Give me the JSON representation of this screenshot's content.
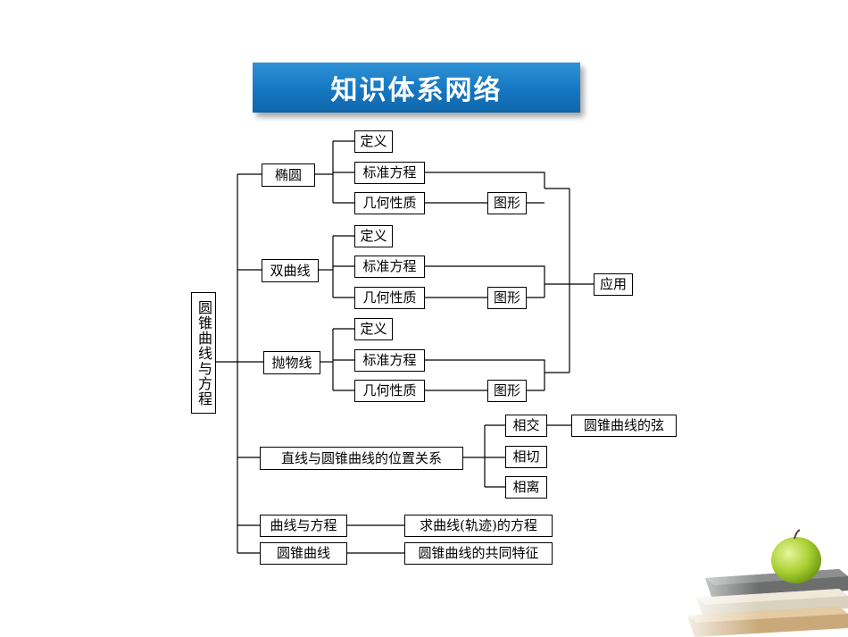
{
  "title": "知识体系网络",
  "root": "圆锥曲线与方程",
  "ellipse": {
    "label": "椭圆",
    "definition": "定义",
    "standard_equation": "标准方程",
    "properties": "几何性质",
    "figure": "图形"
  },
  "hyperbola": {
    "label": "双曲线",
    "definition": "定义",
    "standard_equation": "标准方程",
    "properties": "几何性质",
    "figure": "图形"
  },
  "parabola": {
    "label": "抛物线",
    "definition": "定义",
    "standard_equation": "标准方程",
    "properties": "几何性质",
    "figure": "图形"
  },
  "application": "应用",
  "line_conic": {
    "label": "直线与圆锥曲线的位置关系",
    "intersect": "相交",
    "chord": "圆锥曲线的弦",
    "tangent": "相切",
    "separate": "相离"
  },
  "curve_equation": {
    "label": "曲线与方程",
    "target": "求曲线(轨迹)的方程"
  },
  "conic": {
    "label": "圆锥曲线",
    "target": "圆锥曲线的共同特征"
  }
}
